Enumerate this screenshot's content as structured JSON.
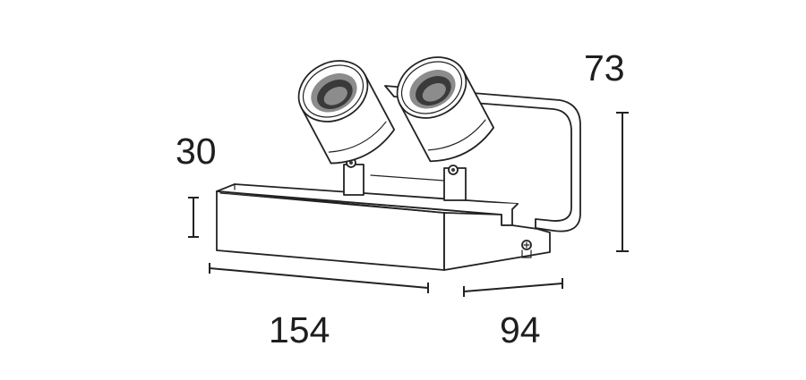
{
  "diagram": {
    "dimensions": {
      "height_total": "73",
      "height_base": "30",
      "width": "154",
      "depth": "94"
    }
  }
}
